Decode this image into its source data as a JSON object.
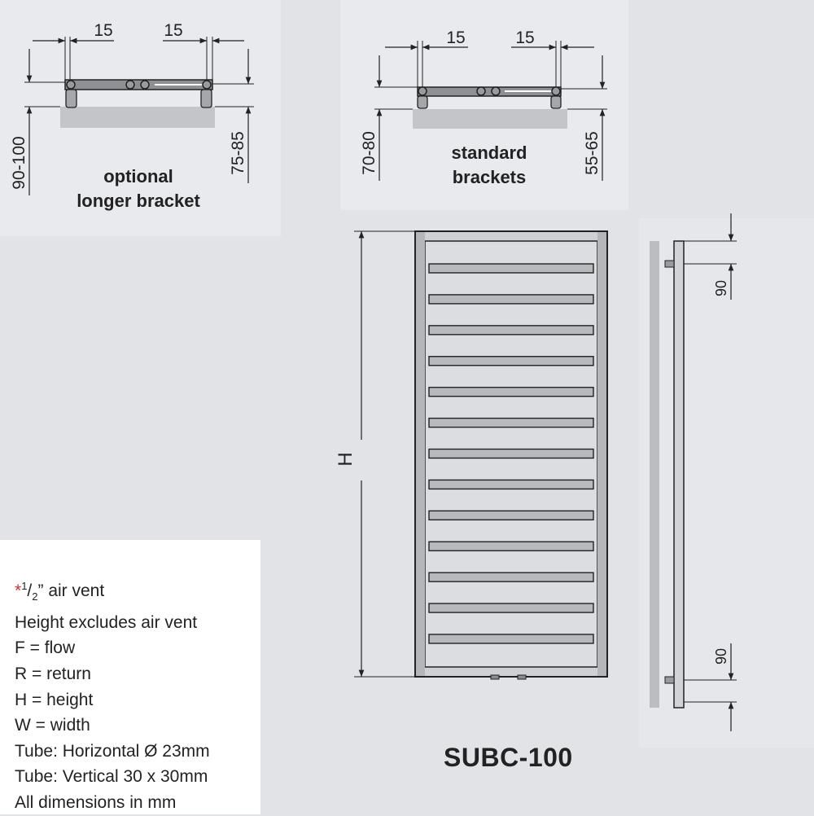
{
  "longer_bracket": {
    "caption_line1": "optional",
    "caption_line2": "longer bracket",
    "dim_left_offset": "15",
    "dim_right_offset": "15",
    "dim_wall_left": "90-100",
    "dim_wall_right": "75-85"
  },
  "standard_bracket": {
    "caption_line1": "standard",
    "caption_line2": "brackets",
    "dim_left_offset": "15",
    "dim_right_offset": "15",
    "dim_wall_left": "70-80",
    "dim_wall_right": "55-65"
  },
  "front_view": {
    "height_label": "H",
    "rail_count": 13
  },
  "side_view": {
    "dim_top": "90",
    "dim_bottom": "90"
  },
  "legend": {
    "air_vent_marker": "*",
    "air_vent_fraction_num": "1",
    "air_vent_fraction_den": "2",
    "air_vent_text": "” air vent",
    "line_height": "Height excludes air vent",
    "line_flow": "F = flow",
    "line_return": "R = return",
    "line_h": "H = height",
    "line_w": "W = width",
    "line_tube_h": "Tube: Horizontal Ø 23mm",
    "line_tube_v": "Tube: Vertical 30 x 30mm",
    "line_units": "All dimensions in mm"
  },
  "model": "SUBC-100"
}
